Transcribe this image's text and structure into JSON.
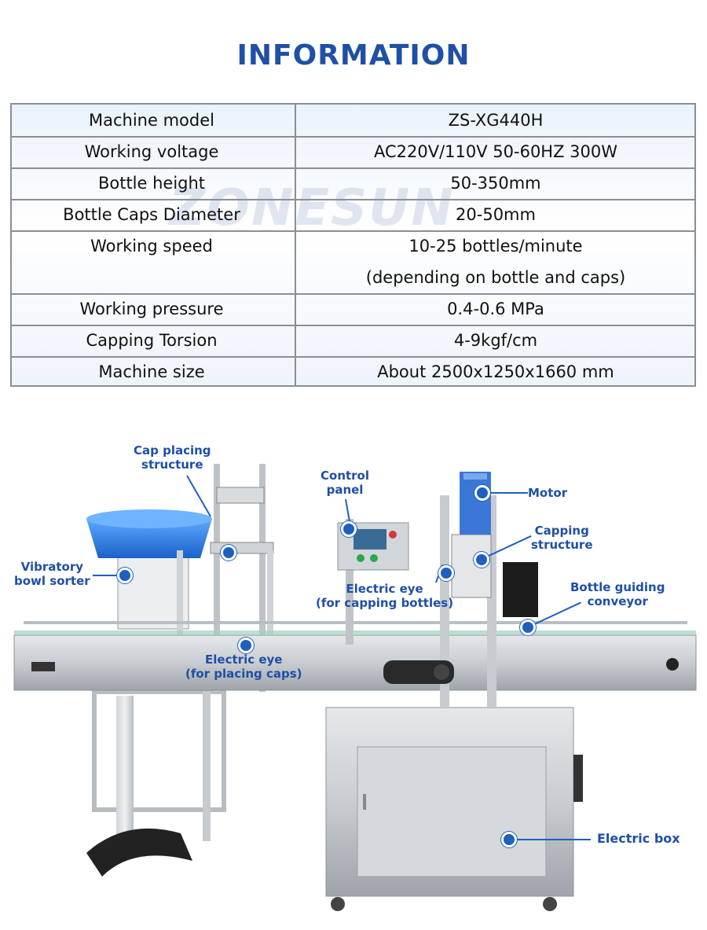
{
  "page": {
    "title": "INFORMATION",
    "watermark": "ZONESUN"
  },
  "specs": [
    {
      "label": "Machine model",
      "value": "ZS-XG440H"
    },
    {
      "label": "Working voltage",
      "value": "AC220V/110V 50-60HZ 300W"
    },
    {
      "label": "Bottle height",
      "value": "50-350mm"
    },
    {
      "label": "Bottle Caps Diameter",
      "value": "20-50mm"
    },
    {
      "label": "Working speed",
      "value": "10-25 bottles/minute",
      "value2": "(depending on bottle and caps)"
    },
    {
      "label": "Working pressure",
      "value": "0.4-0.6 MPa"
    },
    {
      "label": "Capping Torsion",
      "value": "4-9kgf/cm"
    },
    {
      "label": "Machine size",
      "value": "About 2500x1250x1660 mm"
    }
  ],
  "callouts": {
    "cap_placing": [
      "Cap placing",
      "structure"
    ],
    "control_panel": [
      "Control",
      "panel"
    ],
    "motor": "Motor",
    "capping": [
      "Capping",
      "structure"
    ],
    "vibratory": [
      "Vibratory",
      "bowl sorter"
    ],
    "eye_capping": [
      "Electric eye",
      "(for capping bottles)"
    ],
    "conveyor": [
      "Bottle guiding",
      "conveyor"
    ],
    "eye_caps": [
      "Electric eye",
      "(for placing caps)"
    ],
    "electric_box": "Electric box"
  },
  "colors": {
    "accent": "#1f4fa6",
    "border": "#8a8f96"
  }
}
